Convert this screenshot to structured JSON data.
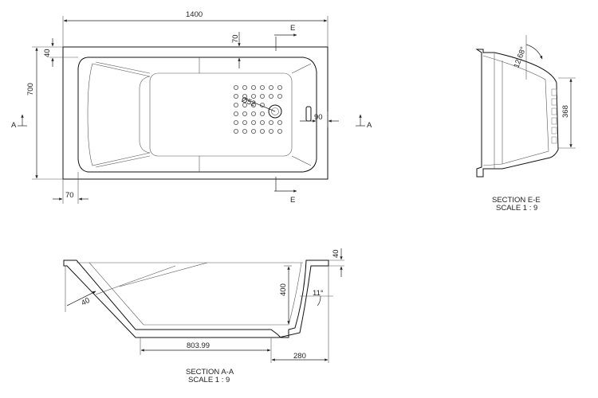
{
  "plan_view": {
    "dims": {
      "width": "1400",
      "depth": "700",
      "rim_top": "40",
      "inner_top": "70",
      "inner_left": "70",
      "drain_offset": "90",
      "drain_diameter": "Ø52"
    },
    "section_markers": {
      "a_left": "A",
      "a_right": "A",
      "e_top": "E",
      "e_bottom": "E"
    }
  },
  "section_e": {
    "dims": {
      "angle": "12.68°",
      "height": "368"
    },
    "title": "SECTION E-E",
    "scale": "SCALE 1 : 9"
  },
  "section_a": {
    "dims": {
      "rim": "40",
      "depth": "400",
      "angle": "11°",
      "radius": "40",
      "bottom_length": "803.99",
      "foot_offset": "280"
    },
    "title": "SECTION A-A",
    "scale": "SCALE 1 : 9"
  }
}
